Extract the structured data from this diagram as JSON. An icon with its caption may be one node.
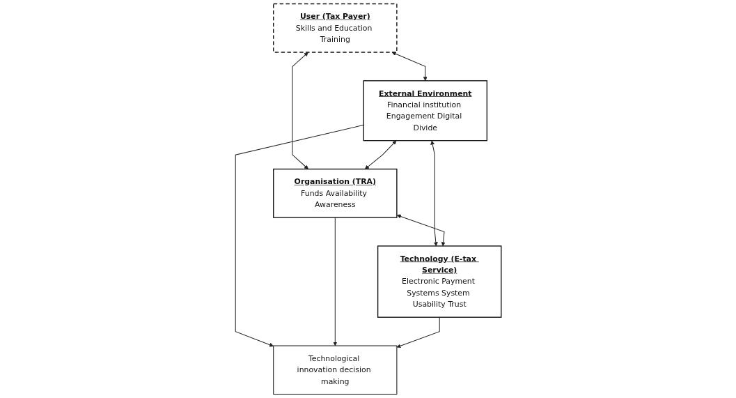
{
  "diagram": {
    "nodes": [
      {
        "text": [
          "User (Tax Payer)",
          "Skills and Education Training"
        ]
      },
      {
        "text": [
          "External Environment",
          "Financial institution Engagement Digital Divide"
        ]
      },
      {
        "text": [
          "Organisation (TRA)",
          "Funds Availability Awareness"
        ]
      },
      {
        "text": [
          "Technological innovation decision making"
        ]
      },
      {
        "text": [
          "Technology (E-tax Service)",
          "Electronic Payment Systems System Usability Trust"
        ]
      }
    ],
    "edges": [
      {
        "from": 0,
        "to": 1,
        "arrow": "both"
      },
      {
        "from": 0,
        "to": 2,
        "arrow": "both"
      },
      {
        "from": 1,
        "to": 2,
        "arrow": "both"
      },
      {
        "from": 1,
        "to": 3,
        "arrow": "to"
      },
      {
        "from": 2,
        "to": 3,
        "arrow": "to"
      },
      {
        "from": 4,
        "to": 3,
        "arrow": "to"
      },
      {
        "from": 1,
        "to": 4,
        "arrow": "both"
      },
      {
        "from": 2,
        "to": 4,
        "arrow": "both"
      }
    ]
  }
}
